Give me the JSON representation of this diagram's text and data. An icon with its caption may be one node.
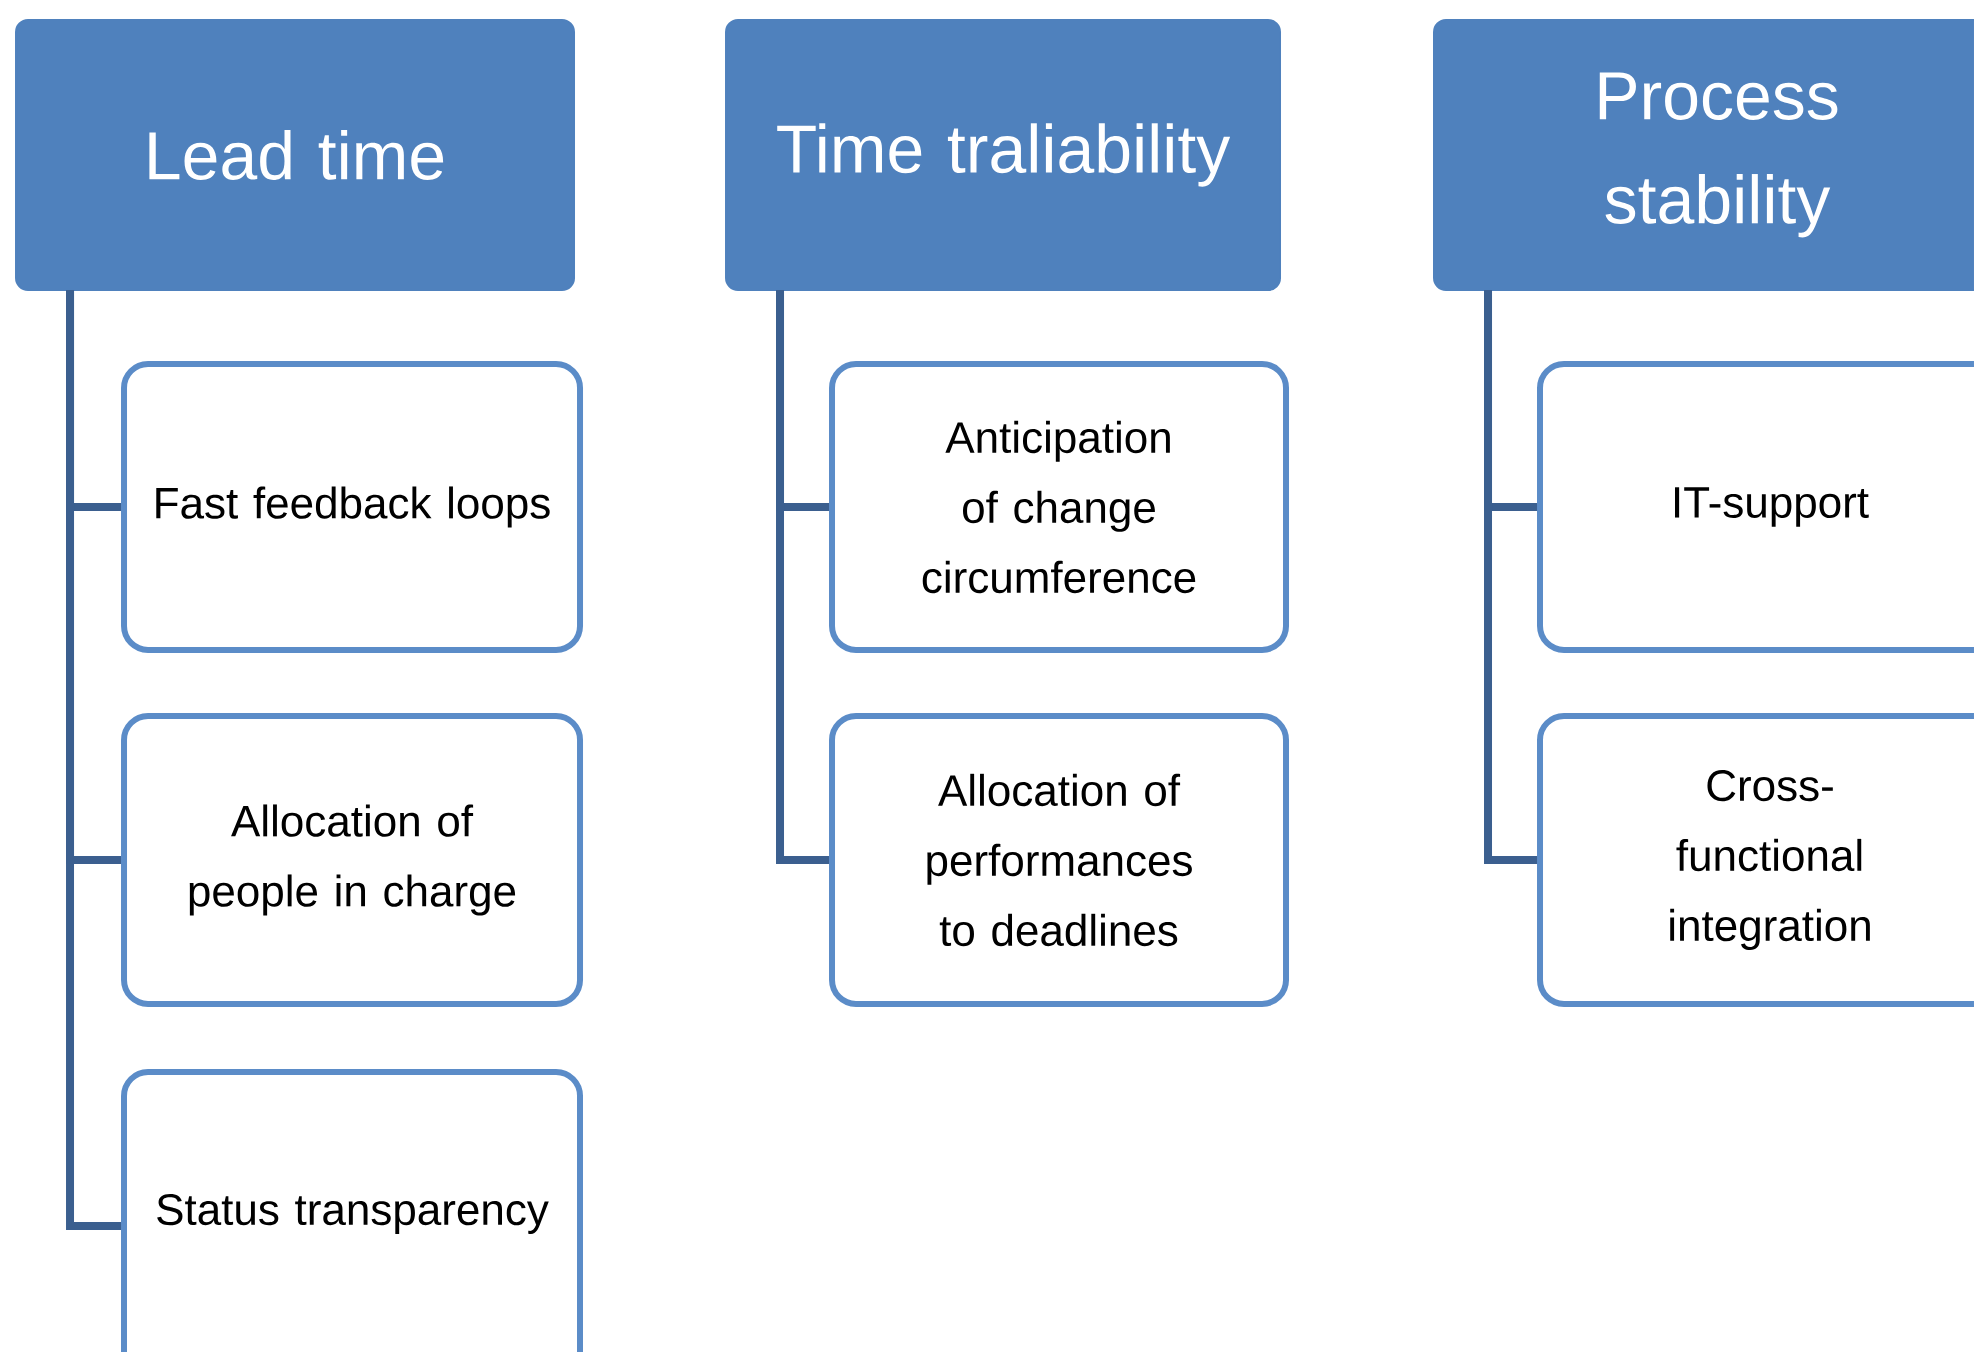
{
  "diagram": {
    "nodes": [
      {
        "text": [
          "Lead time"
        ]
      },
      {
        "text": [
          "Fast feedback loops"
        ]
      },
      {
        "text": [
          "Allocation of people in charge"
        ]
      },
      {
        "text": [
          "Status transparency"
        ]
      },
      {
        "text": [
          "Time traliability"
        ]
      },
      {
        "text": [
          "Anticipation of change circumference"
        ]
      },
      {
        "text": [
          "Allocation of performances to deadlines"
        ]
      },
      {
        "text": [
          "Process stability"
        ]
      },
      {
        "text": [
          "IT-support"
        ]
      },
      {
        "text": [
          "Cross-functional integration"
        ]
      }
    ],
    "edges": [
      {
        "from": 0,
        "to": 1,
        "arrow": "none"
      },
      {
        "from": 0,
        "to": 2,
        "arrow": "none"
      },
      {
        "from": 0,
        "to": 3,
        "arrow": "none"
      },
      {
        "from": 4,
        "to": 5,
        "arrow": "none"
      },
      {
        "from": 4,
        "to": 6,
        "arrow": "none"
      },
      {
        "from": 7,
        "to": 8,
        "arrow": "none"
      },
      {
        "from": 7,
        "to": 9,
        "arrow": "none"
      }
    ]
  }
}
